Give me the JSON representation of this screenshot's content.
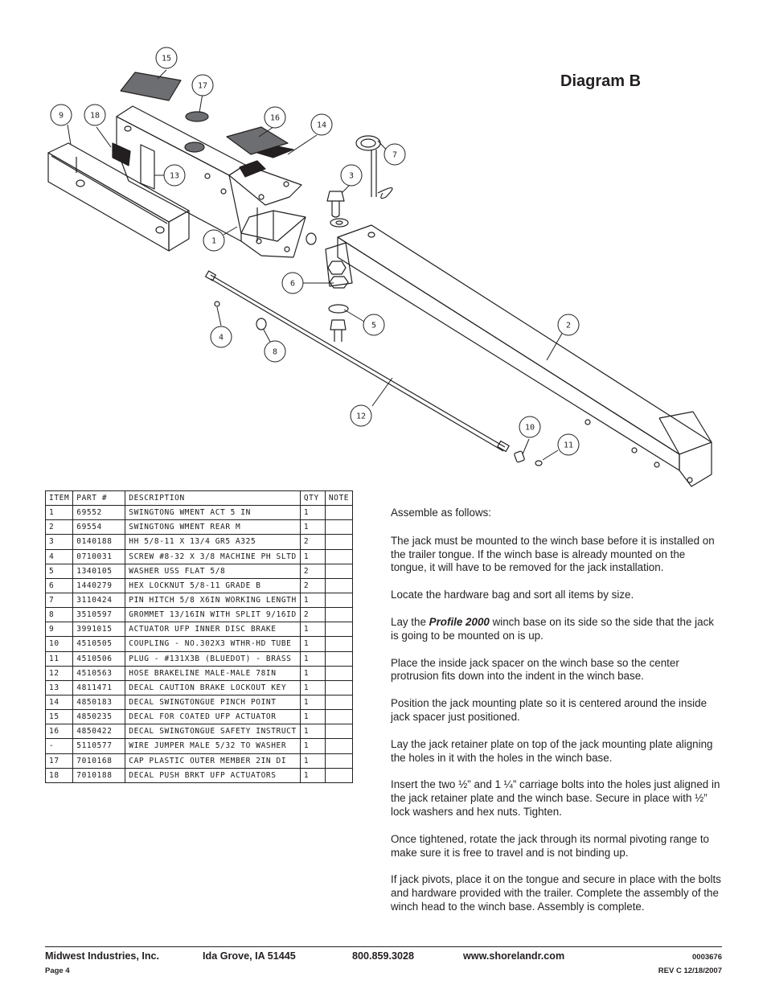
{
  "diagram": {
    "title": "Diagram B",
    "callouts": [
      "15",
      "17",
      "9",
      "18",
      "16",
      "14",
      "7",
      "13",
      "3",
      "1",
      "6",
      "5",
      "2",
      "4",
      "8",
      "12",
      "10",
      "11"
    ]
  },
  "parts_table": {
    "headers": [
      "ITEM",
      "PART #",
      "DESCRIPTION",
      "QTY",
      "NOTE"
    ],
    "rows": [
      [
        "1",
        "69552",
        "SWINGTONG WMENT ACT 5 IN",
        "1",
        ""
      ],
      [
        "2",
        "69554",
        "SWINGTONG WMENT REAR M",
        "1",
        ""
      ],
      [
        "3",
        "0140188",
        "HH 5/8-11 X 13/4  GR5 A325",
        "2",
        ""
      ],
      [
        "4",
        "0710031",
        "SCREW #8-32 X 3/8 MACHINE PH SLTD",
        "1",
        ""
      ],
      [
        "5",
        "1340105",
        "WASHER USS FLAT 5/8",
        "2",
        ""
      ],
      [
        "6",
        "1440279",
        "HEX LOCKNUT 5/8-11 GRADE B",
        "2",
        ""
      ],
      [
        "7",
        "3110424",
        "PIN HITCH 5/8 X6IN WORKING LENGTH",
        "1",
        ""
      ],
      [
        "8",
        "3510597",
        "GROMMET 13/16IN  WITH SPLIT 9/16ID",
        "2",
        ""
      ],
      [
        "9",
        "3991015",
        "ACTUATOR UFP INNER  DISC BRAKE",
        "1",
        ""
      ],
      [
        "10",
        "4510505",
        "COUPLING - NO.302X3 WTHR-HD TUBE",
        "1",
        ""
      ],
      [
        "11",
        "4510506",
        "PLUG - #131X3B (BLUEDOT) - BRASS",
        "1",
        ""
      ],
      [
        "12",
        "4510563",
        "HOSE BRAKELINE MALE-MALE 78IN",
        "1",
        ""
      ],
      [
        "13",
        "4811471",
        "DECAL CAUTION BRAKE LOCKOUT KEY",
        "1",
        ""
      ],
      [
        "14",
        "4850183",
        "DECAL SWINGTONGUE PINCH POINT",
        "1",
        ""
      ],
      [
        "15",
        "4850235",
        "DECAL FOR COATED UFP ACTUATOR",
        "1",
        ""
      ],
      [
        "16",
        "4850422",
        "DECAL SWINGTONGUE SAFETY INSTRUCT",
        "1",
        ""
      ],
      [
        "-",
        "5110577",
        "WIRE JUMPER MALE 5/32 TO WASHER",
        "1",
        ""
      ],
      [
        "17",
        "7010168",
        "CAP  PLASTIC OUTER MEMBER 2IN DI",
        "1",
        ""
      ],
      [
        "18",
        "7010188",
        "DECAL PUSH BRKT UFP ACTUATORS",
        "1",
        ""
      ]
    ]
  },
  "instructions": {
    "intro": "Assemble as follows:",
    "p1": "The jack must be mounted to the winch base before it is installed on the trailer tongue. If the winch base is already mounted on the tongue, it will have to be removed for the jack installation.",
    "p2": "Locate the hardware bag and sort all items by size.",
    "p3_pre": "Lay the ",
    "p3_bold": "Profile 2000",
    "p3_post": " winch base on its side so the side that the jack is going to be mounted on is up.",
    "p4": "Place the inside jack spacer on the winch base so the center protrusion fits down into the indent in the winch base.",
    "p5": "Position the jack mounting plate so it is centered around the inside jack spacer just positioned.",
    "p6": "Lay the jack retainer plate on top of the jack mounting plate aligning the holes in it with the holes in the winch base.",
    "p7": "Insert the two ½” and 1 ¼” carriage bolts into the holes just aligned in the jack retainer plate and the winch base. Secure in place with ½” lock washers and hex nuts. Tighten.",
    "p8": "Once tightened, rotate the jack through its normal pivoting range to make sure it is free to travel and is not binding up.",
    "p9": "If jack pivots, place it on the tongue and secure in place with the bolts and hardware provided with the trailer. Complete the assembly of the winch head to the winch base. Assembly is complete."
  },
  "footer": {
    "company": "Midwest Industries, Inc.",
    "city": "Ida Grove, IA  51445",
    "phone": "800.859.3028",
    "website": "www.shorelandr.com",
    "doc_number": "0003676",
    "page": "Page 4",
    "revision": "REV C  12/18/2007"
  }
}
